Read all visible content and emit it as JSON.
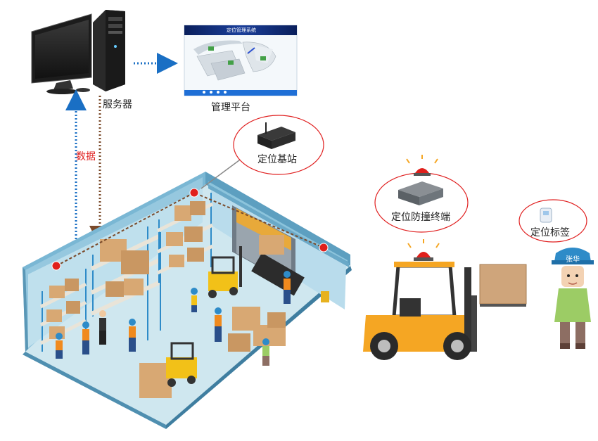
{
  "labels": {
    "server": "服务器",
    "platform": "管理平台",
    "data": "数据",
    "base_station": "定位基站",
    "anti_collision": "定位防撞终端",
    "tag": "定位标签",
    "helmet_name": "张华"
  },
  "platform_screen": {
    "title": "定位管理系统"
  },
  "colors": {
    "blue_arrow": "#1a6fc4",
    "brown_arrow": "#7a4a2a",
    "red_marker": "#e0201c",
    "bubble_border": "#e02020",
    "wall_blue": "#6fb0cf",
    "floor": "#cfe7ef",
    "forklift_orange": "#f5a623"
  }
}
